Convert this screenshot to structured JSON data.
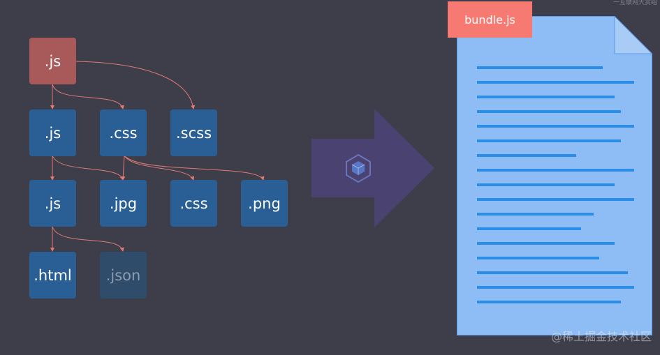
{
  "nodes": {
    "root_js": ".js",
    "js_2": ".js",
    "css_2": ".css",
    "scss_2": ".scss",
    "js_3": ".js",
    "jpg_3": ".jpg",
    "css_3": ".css",
    "png_3": ".png",
    "html_4": ".html",
    "json_4": ".json"
  },
  "bundle": {
    "label": "bundle.js"
  },
  "watermark": "@稀土掘金技术社区",
  "top_note": "一互联网大赏组",
  "colors": {
    "background": "#3d3e4a",
    "root_node": "#a85a5a",
    "module_node": "#2a5f95",
    "edge": "#e07a76",
    "arrow": "#4a4270",
    "document": "#8ebcf5",
    "document_lines": "#2a8ee8",
    "bundle_tag": "#f77a72"
  },
  "icons": {
    "bundler": "webpack-cube-icon"
  }
}
